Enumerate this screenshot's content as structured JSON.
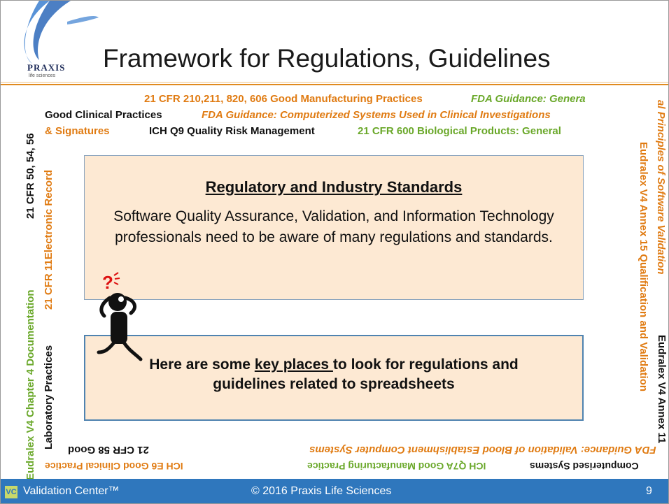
{
  "slide": {
    "title": "Framework for Regulations, Guidelines",
    "logo": {
      "name": "PRAXIS",
      "tagline": "life sciences"
    }
  },
  "frame": {
    "top_row1_orange": "21 CFR 210,211, 820, 606 Good Manufacturing Practices",
    "top_row1_green": "FDA Guidance: Genera",
    "top_row2_black": "Good Clinical Practices",
    "top_row2_orange": "FDA Guidance: Computerized Systems Used in Clinical Investigations",
    "top_row3_orange": "& Signatures",
    "top_row3_black": "ICH Q9 Quality Risk Management",
    "top_row3_green": "21 CFR 600 Biological Products: General",
    "left_col1_green": "Eudralex V4 Chapter 4 Documentation",
    "left_col1_black": "21 CFR 50, 54, 56",
    "left_col2_black": "Laboratory Practices",
    "left_col2_orange": "21 CFR 11Electronic Record",
    "right_col1_orange": "al Principles of Software Validation",
    "right_col2_orange": "Eudralex V4 Annex 15 Qualification and Validation",
    "right_col3_black": "Eudralex V4 Annex 11",
    "bottom_row1_orange": "FDA Guidance: Validation of Blood Establishment Computer Systems",
    "bottom_row1_black": "21 CFR 58 Good",
    "bottom_row2_black": "Computerised Systems",
    "bottom_row2_green": "ICH Q7A Good Manufacturing Practice",
    "bottom_row2_orange": "ICH E6 Good Clinical Practice"
  },
  "box1": {
    "title": "Regulatory and Industry Standards",
    "body": "Software Quality Assurance, Validation, and Information Technology professionals need to be aware of many regulations and standards."
  },
  "box2": {
    "text_before": "Here are some ",
    "text_link": "key places ",
    "text_after": "to look for regulations and guidelines related to spreadsheets"
  },
  "footer": {
    "badge": "VC",
    "left": "Validation Center™",
    "center": "© 2016 Praxis Life Sciences",
    "page": "9"
  },
  "colors": {
    "orange": "#e07b12",
    "green": "#6aa82a",
    "footer": "#2f77bd",
    "box": "#fde9d3"
  }
}
